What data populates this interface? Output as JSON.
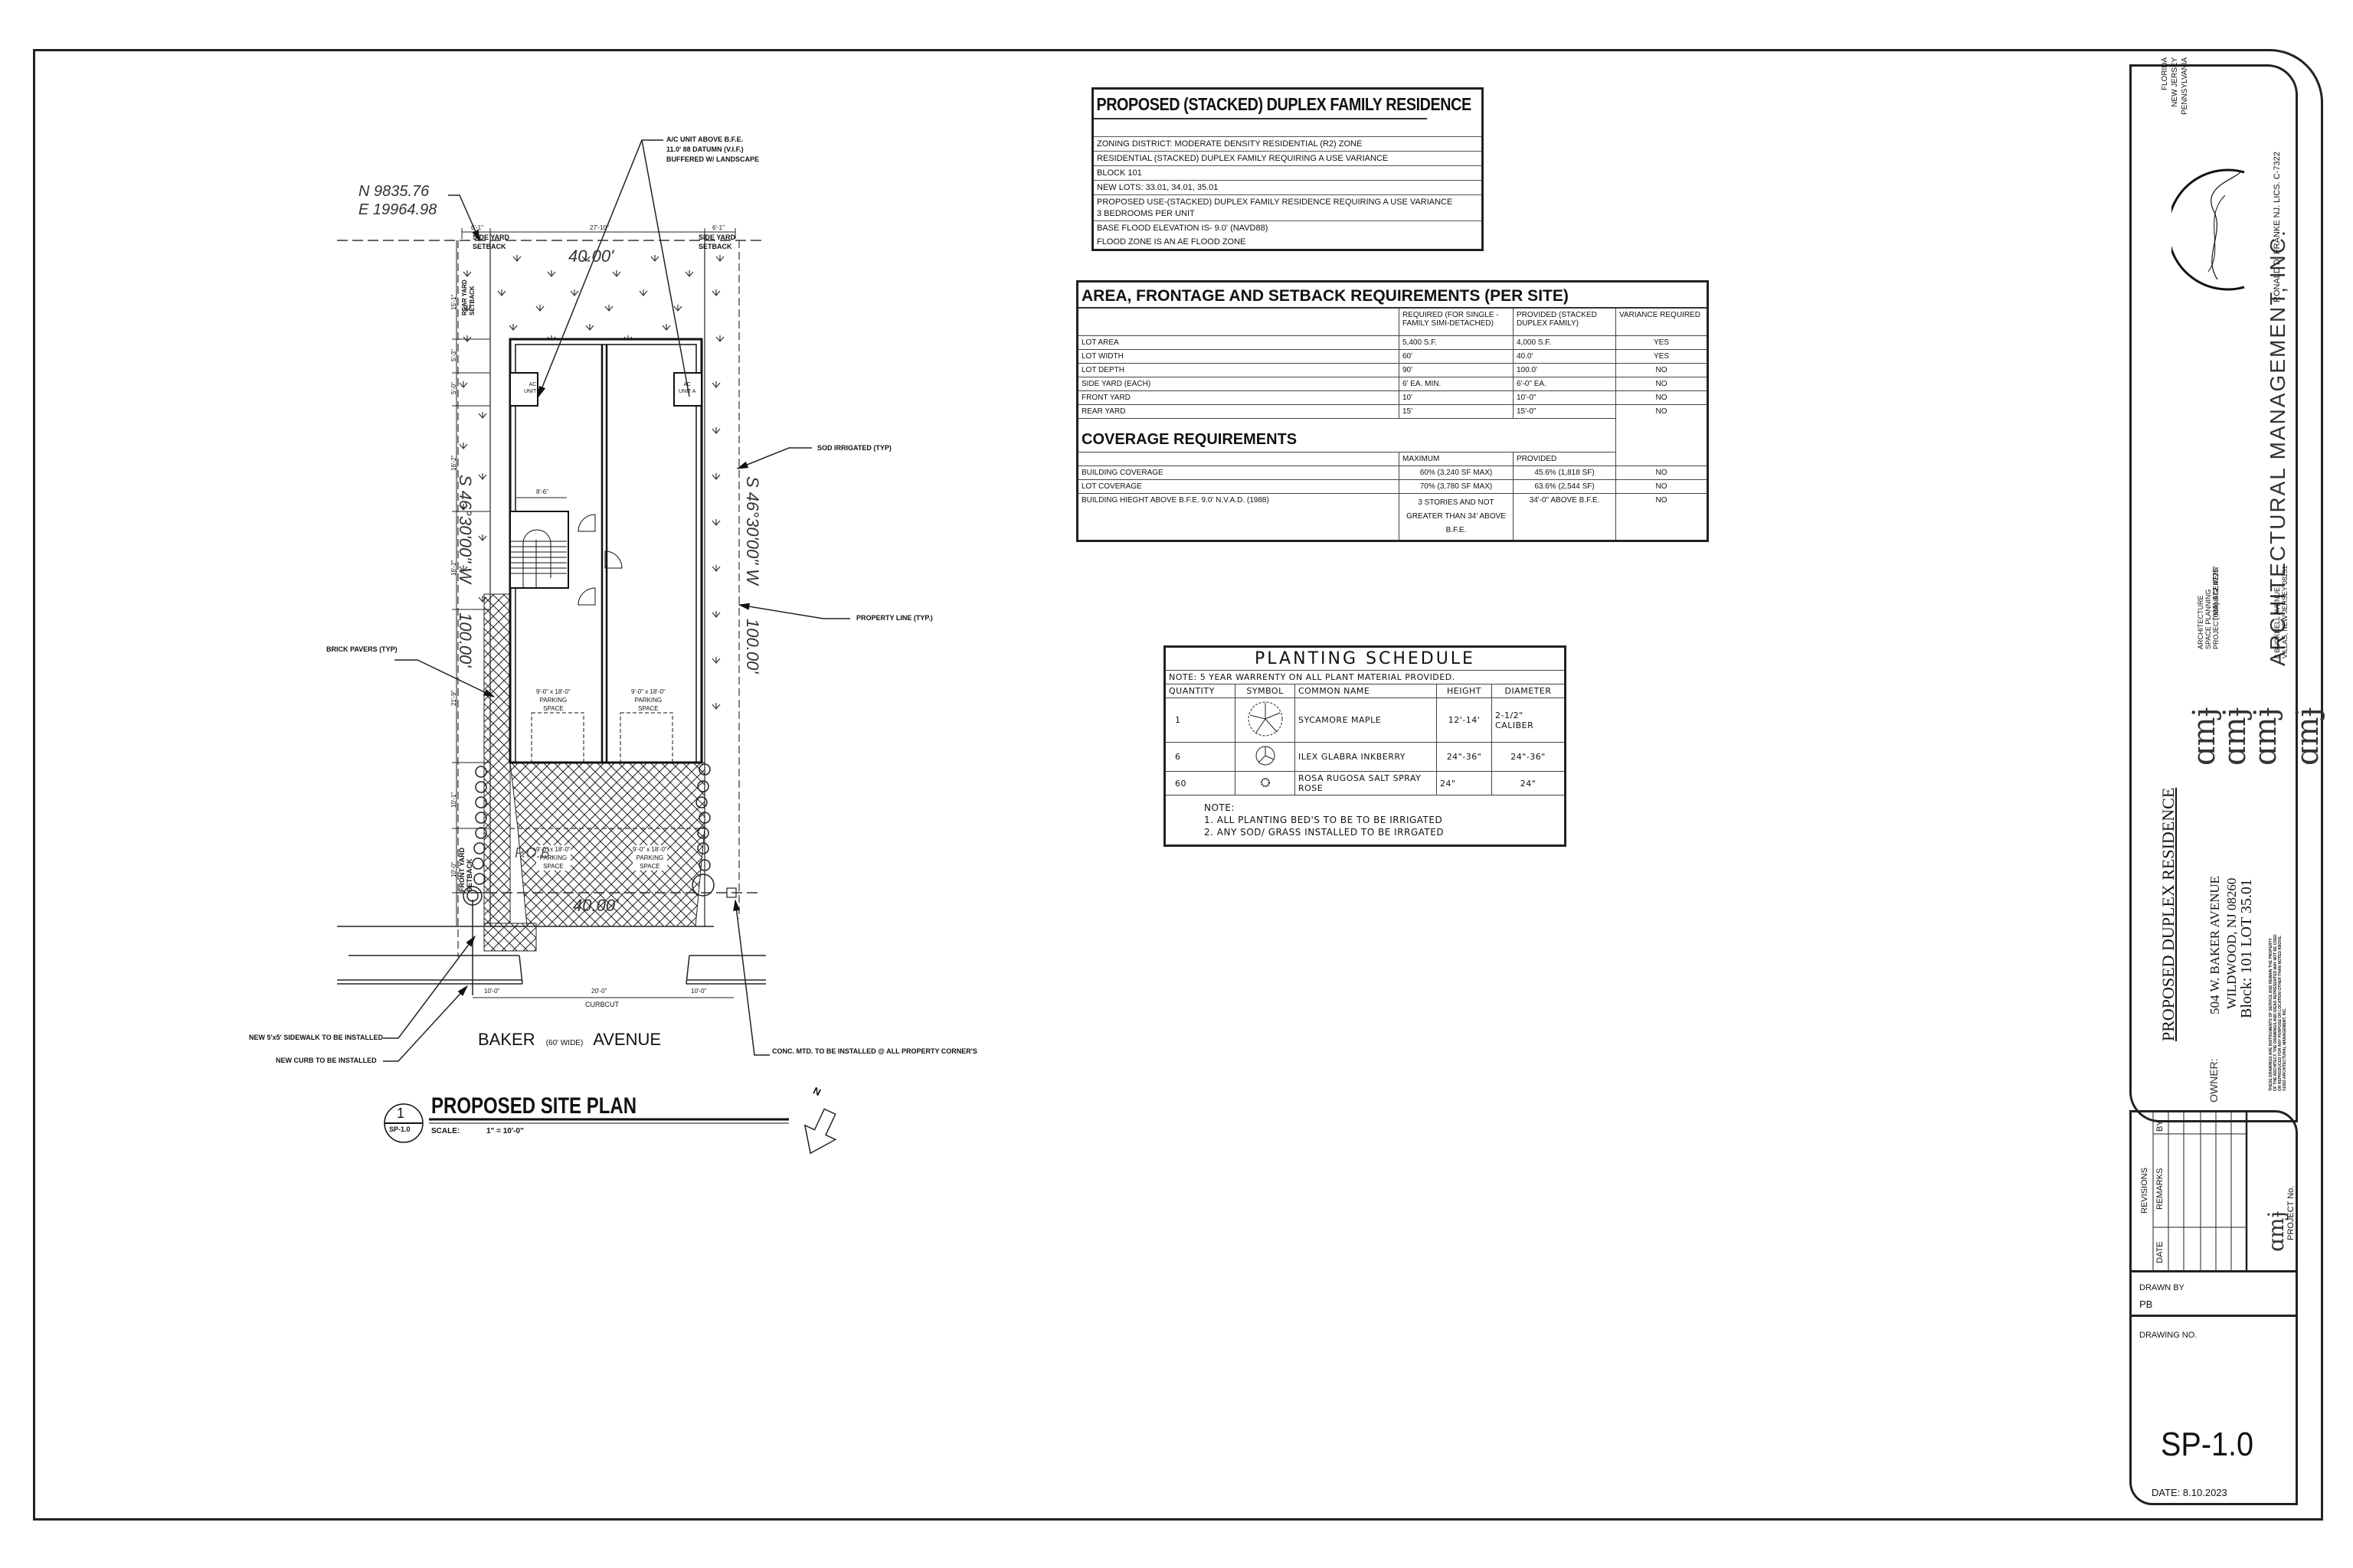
{
  "site_plan": {
    "coordinates": {
      "north": "N 9835.76",
      "east": "E 19964.98"
    },
    "callouts": {
      "ac_unit": [
        "A/C UNIT ABOVE B.F.E.",
        "11.0' 88 DATUMN (V.I.F.)",
        "BUFFERED W/ LANDSCAPE"
      ],
      "sod": "SOD IRRIGATED (TYP)",
      "property_line": "PROPERTY LINE (TYP.)",
      "brick_pavers": "BRICK PAVERS (TYP)",
      "new_sidewalk": "NEW 5'x5' SIDEWALK TO BE INSTALLED",
      "new_curb": "NEW CURB TO BE INSTALLED",
      "monuments": "CONC. MTD. TO BE INSTALLED @ ALL PROPERTY CORNER'S"
    },
    "dims": {
      "side_left": "6'-1\"",
      "middle": "27'-10\"",
      "side_right": "6'-1\"",
      "side_yard_setback": "SIDE YARD",
      "setback": "SETBACK",
      "rear_yard_setback": "REAR YARD",
      "rear_dim": "15'-1\"",
      "d2": "5'-3\"",
      "d3": "5'-0\"",
      "d4": "16'-2\"",
      "d5": "16'-2\"",
      "d6": "21'-9\"",
      "d7": "10'-1\"",
      "front_dim": "10'-0\"",
      "front_yard_setback": "FRONT YARD",
      "lot_width_top": "40.00'",
      "lot_width_bottom": "40.00'",
      "bearing_left": "S 46°30'00\" W",
      "bearing_right": "S 46°30'00\" W",
      "length_left": "100.00'",
      "length_right": "100.00'",
      "stair_dim": "8'-6\"",
      "pob": "P.O.B.",
      "curb_left": "10'-0\"",
      "curb_mid": "20'-0\"",
      "curb_right": "10'-0\"",
      "curbcut": "CURBCUT"
    },
    "ac_units": {
      "b": [
        "AC",
        "UNIT B"
      ],
      "a": [
        "AC",
        "UNIT A"
      ]
    },
    "parking": {
      "size": "9'-0\" x 18'-0\"",
      "label1": "PARKING",
      "label2": "SPACE"
    },
    "street": {
      "name1": "BAKER",
      "width": "(60' WIDE)",
      "name2": "AVENUE"
    },
    "title": {
      "number": "1",
      "sheet": "SP-1.0",
      "name": "PROPOSED SITE PLAN",
      "scale_label": "SCALE:",
      "scale": "1\" = 10'-0\""
    },
    "north_label": "N"
  },
  "zoning_table": {
    "title": "PROPOSED (STACKED) DUPLEX FAMILY RESIDENCE",
    "rows": [
      "ZONING DISTRICT: MODERATE DENSITY RESIDENTIAL (R2) ZONE",
      "RESIDENTIAL (STACKED) DUPLEX FAMILY REQUIRING A USE VARIANCE",
      "BLOCK 101",
      "NEW LOTS: 33.01, 34.01, 35.01",
      "PROPOSED USE-(STACKED) DUPLEX FAMILY RESIDENCE REQUIRING A USE VARIANCE",
      "3 BEDROOMS PER UNIT",
      "BASE FLOOD ELEVATION IS- 9.0' (NAVD88)",
      "FLOOD ZONE IS AN AE FLOOD ZONE"
    ]
  },
  "area_table": {
    "title": "AREA, FRONTAGE AND SETBACK REQUIREMENTS (PER SITE)",
    "headers": [
      "",
      "REQUIRED (FOR SINGLE -FAMILY SIMI-DETACHED)",
      "PROVIDED (STACKED DUPLEX FAMILY)",
      "VARIANCE REQUIRED"
    ],
    "rows": [
      [
        "LOT AREA",
        "5,400 S.F.",
        "4,000 S.F.",
        "YES"
      ],
      [
        "LOT WIDTH",
        "60'",
        "40.0'",
        "YES"
      ],
      [
        "LOT DEPTH",
        "90'",
        "100.0'",
        "NO"
      ],
      [
        "SIDE YARD (EACH)",
        "6' EA. MIN.",
        "6'-0\" EA.",
        "NO"
      ],
      [
        "FRONT YARD",
        "10'",
        "10'-0\"",
        "NO"
      ],
      [
        "REAR YARD",
        "15'",
        "15'-0\"",
        "NO"
      ]
    ],
    "coverage_title": "COVERAGE REQUIREMENTS",
    "coverage_headers": [
      "",
      "MAXIMUM",
      "PROVIDED"
    ],
    "coverage_rows": [
      [
        "BUILDING COVERAGE",
        "60%  (3,240 SF MAX)",
        "45.6%  (1,818 SF)",
        "NO"
      ],
      [
        "LOT COVERAGE",
        "70%  (3,780 SF MAX)",
        "63.6%  (2,544 SF)",
        "NO"
      ],
      [
        "BUILDING HIEGHT ABOVE B.F.E. 9.0' N.V.A.D. (1988)",
        "3 STORIES AND NOT GREATER THAN 34' ABOVE B.F.E.",
        "34'-0\" ABOVE B.F.E.",
        "NO"
      ]
    ]
  },
  "planting_schedule": {
    "title": "PLANTING SCHEDULE",
    "note": "NOTE: 5 YEAR WARRENTY ON ALL PLANT MATERIAL PROVIDED.",
    "headers": [
      "QUANTITY",
      "SYMBOL",
      "COMMON NAME",
      "HEIGHT",
      "DIAMETER"
    ],
    "rows": [
      {
        "qty": "1",
        "symbol": "deciduous-tree-icon",
        "name": "SYCAMORE MAPLE",
        "height": "12'-14'",
        "diameter": "2-1/2\" CALIBER"
      },
      {
        "qty": "6",
        "symbol": "shrub-icon",
        "name": "ILEX GLABRA INKBERRY",
        "height": "24\"-36\"",
        "diameter": "24\"-36\""
      },
      {
        "qty": "60",
        "symbol": "rose-icon",
        "name": "ROSA RUGOSA SALT SPRAY ROSE",
        "height": "24\"",
        "diameter": "24\""
      }
    ],
    "notes_title": "NOTE:",
    "notes": [
      "1. ALL PLANTING BED'S TO BE TO BE IRRIGATED",
      "2. ANY SOD/ GRASS INSTALLED TO BE IRRGATED"
    ]
  },
  "title_block": {
    "states": [
      "FLORIDA",
      "NEW JERSEY",
      "PENNSYLVANIA"
    ],
    "license": "RONALD D. FRANKE NJ. LICS. C-7322",
    "firm": "ARCHITECTURAL MANAGEMENT, INC.",
    "services": [
      "ARCHITECTURE",
      "SPACE PLANNING",
      "PROJECT MANAGEMENT"
    ],
    "phone": "(609) 972.4725",
    "address": [
      "8 BUCKNELL AVENUE",
      "VILLAS, NEW JERSEY 08251"
    ],
    "project_title": "PROPOSED DUPLEX RESIDENCE",
    "project_address": [
      "504 W. BAKER AVENUE",
      "WILDWOOD, NJ 08260",
      "Block: 101  LOT 35.01"
    ],
    "owner_label": "OWNER:",
    "disclaimer": [
      "THESE DRAWINGS ARE INSTRUMENTS OF SERVICE AND REMAIN THE PROPERTY",
      "OF THE ARCHITECT. THE DRAWINGS AND IDEAS REPRESENTED MAY NOT BE USED",
      "OR REPRODUCED FOR ANY PURPOSE OR LOCATION OTHER THAN NOTED ABOVE."
    ],
    "copyright": "©2023 ARCHITECTURAL MANAGEMENT, INC.",
    "revisions": {
      "title": "REVISIONS",
      "date": "DATE",
      "remarks": "REMARKS",
      "by": "BY"
    },
    "project_no_label": "PROJECT No.",
    "drawn_by_label": "DRAWN BY",
    "drawn_by": "PB",
    "drawing_no_label": "DRAWING NO.",
    "drawing_no": "SP-1.0",
    "date": "DATE:  8.10.2023"
  }
}
